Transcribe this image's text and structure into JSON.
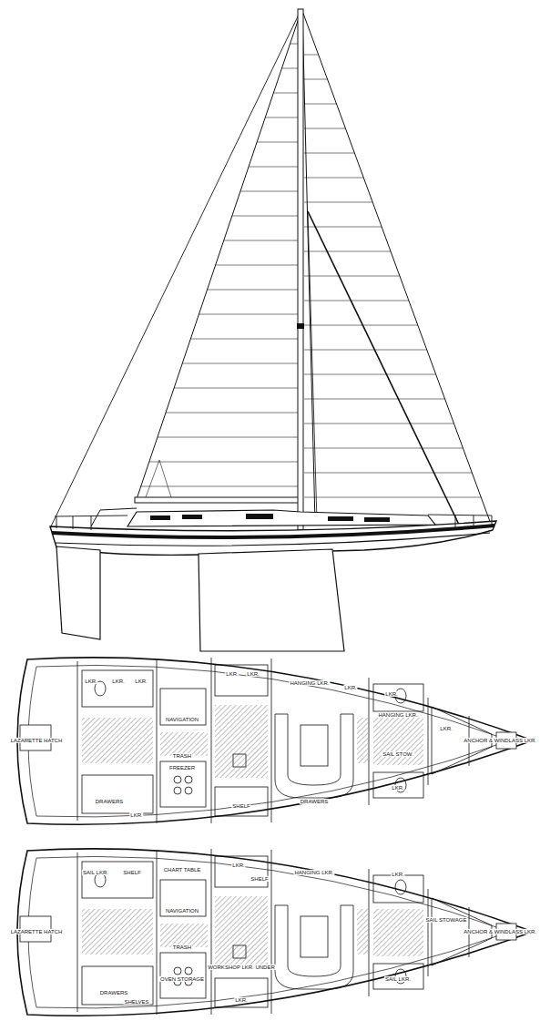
{
  "diagram": {
    "labels": [
      "LAZARETTE HATCH",
      "LKR.",
      "LKR.",
      "LKR.",
      "NAVIGATION",
      "LKR.",
      "LKR.",
      "HANGING LKR.",
      "LKR.",
      "LKR.",
      "HANGING LKR.",
      "LKR.",
      "ANCHOR & WINDLASS LKR.",
      "SAIL STOW.",
      "LKR.",
      "DRAWERS",
      "SHELF",
      "TRASH",
      "FREEZER",
      "DRAWERS",
      "LKR.",
      "LAZARETTE HATCH",
      "SAIL LKR.",
      "SHELF",
      "CHART TABLE",
      "LKR.",
      "SHELF",
      "HANGING LKR.",
      "LKR.",
      "NAVIGATION",
      "TRASH",
      "OVEN STORAGE",
      "WORKSHOP LKR. UNDER",
      "DRAWERS",
      "SHELVES",
      "LKR.",
      "SAIL LKR.",
      "SAIL STOWAGE",
      "ANCHOR & WINDLASS LKR."
    ]
  }
}
